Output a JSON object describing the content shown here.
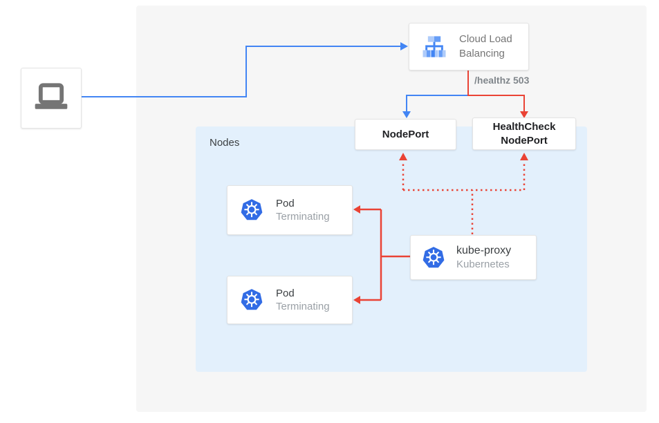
{
  "panels": {
    "nodes": {
      "label": "Nodes"
    }
  },
  "edges": {
    "healthz_label": "/healthz 503"
  },
  "cards": {
    "client": {
      "icon": "laptop-icon"
    },
    "cloud_load_balancing": {
      "icon": "cloud-load-balancing-icon",
      "label_line1": "Cloud Load",
      "label_line2": "Balancing"
    },
    "nodeport": {
      "label": "NodePort"
    },
    "healthcheck_nodeport": {
      "label_line1": "HealthCheck",
      "label_line2": "NodePort"
    },
    "pod_top": {
      "icon": "kubernetes-icon",
      "title": "Pod",
      "subtitle": "Terminating"
    },
    "pod_bottom": {
      "icon": "kubernetes-icon",
      "title": "Pod",
      "subtitle": "Terminating"
    },
    "kube_proxy": {
      "icon": "kubernetes-icon",
      "title": "kube-proxy",
      "subtitle": "Kubernetes"
    }
  },
  "colors": {
    "blue_flow": "#4285F4",
    "red_flow": "#EA4335",
    "outer_panel_bg": "#F6F6F6",
    "nodes_panel_bg": "#E3F0FC",
    "kubernetes_blue": "#326CE5",
    "laptop_gray": "#757575",
    "primary_text": "#3C4043",
    "secondary_text": "#9AA0A6",
    "healthz_text": "#80868B",
    "bold_text": "#202124"
  }
}
